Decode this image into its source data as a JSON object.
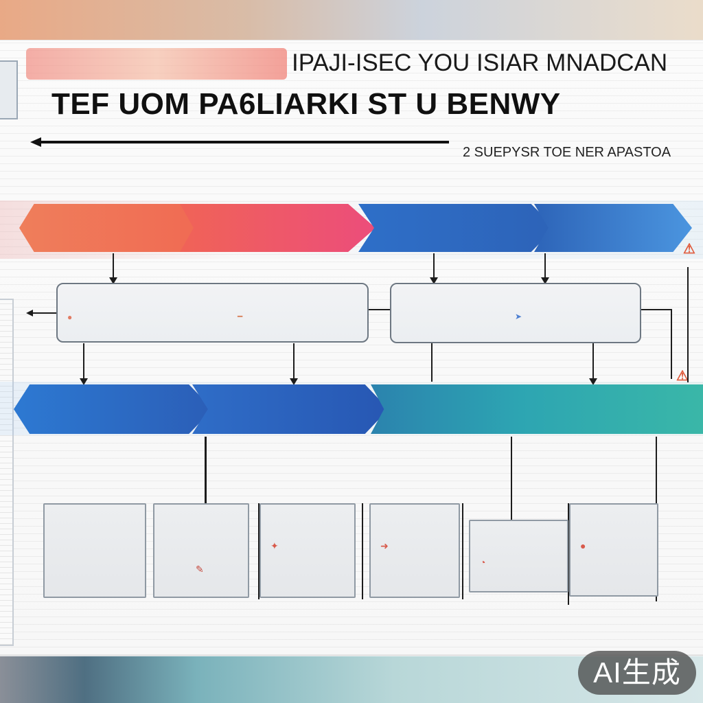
{
  "header": {
    "stylized_title": "",
    "title_line_1": "IPAJI-ISEC YOU ISIAR MNADCAN",
    "title_line_2": "TEF UOM PA6LIARKI ST U BENWY",
    "subtitle": "2 SUEPYSR TOE NER APASTOA"
  },
  "top_flow": {
    "items": [
      {
        "text": ""
      },
      {
        "text": ""
      },
      {
        "text": ""
      },
      {
        "text": ""
      }
    ]
  },
  "middle_panels": {
    "left": {
      "group_a_head": "",
      "group_a_line_1": "",
      "group_a_line_2": "",
      "group_b_head": "",
      "group_b_line_1": "",
      "group_b_line_2": ""
    },
    "right": {
      "group_a_head": "",
      "group_a_line_1": "",
      "group_a_line_2": "",
      "group_b_head": "",
      "group_b_line_1": "",
      "group_b_line_2": ""
    }
  },
  "lower_flow": {
    "items": [
      {
        "text": ""
      },
      {
        "text": ""
      },
      {
        "text": ""
      }
    ]
  },
  "cards": [
    {
      "head": "",
      "text": ""
    },
    {
      "head": "",
      "text": ""
    },
    {
      "head": "",
      "text": ""
    },
    {
      "head": "",
      "text": ""
    },
    {
      "head": "",
      "text": ""
    },
    {
      "head": "",
      "text": ""
    }
  ],
  "watermark": {
    "label": "AI生成"
  },
  "colors": {
    "orange": "#ef7e5b",
    "red": "#ec4d7b",
    "blue": "#2e6fc8",
    "teal": "#3ab7a8",
    "dark": "#111111"
  },
  "icons": {
    "decorative": [
      "warning-icon",
      "arrow-icon",
      "dot-icon"
    ]
  }
}
